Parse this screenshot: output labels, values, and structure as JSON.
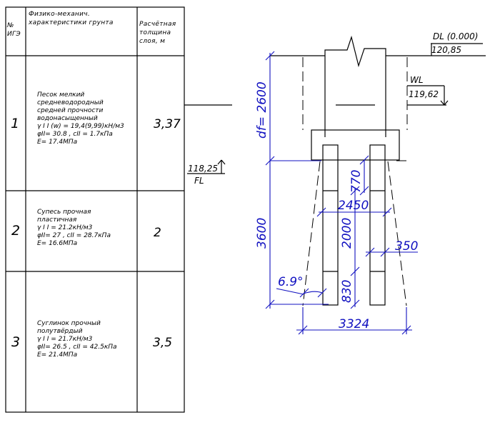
{
  "table": {
    "headers": {
      "num": "№\nИГЭ",
      "props": "Физико-механич.\nхарактеристики грунта",
      "thickness": "Расчётная\nтолщина\nслоя, м"
    },
    "layers": [
      {
        "num": "1",
        "props": "Песок мелкий\nсредневодородный\nсредней прочности\nводонасыщенный\n γ I I (w) = 19,4(9,99)кН/м3\nφII= 30.8 , cII = 1.7кПа\nE= 17.4МПа",
        "thickness": "3,37"
      },
      {
        "num": "2",
        "props": "Супесь прочная\nпластичная\nγ I I = 21.2кН/м3\nφII= 27 , cII = 28.7кПа\nE= 16.6МПа",
        "thickness": "2"
      },
      {
        "num": "3",
        "props": "Суглинок прочный\nполутвёрдый\nγ I I = 21.7кН/м3\nφII= 26.5 , cII = 42.5кПа\nE= 21.4МПа",
        "thickness": "3,5"
      }
    ]
  },
  "levels": {
    "dl_label": "DL (0.000)",
    "dl_value": "120,85",
    "wl_label": "WL",
    "wl_value": "119,62",
    "fl_value": "118,25",
    "fl_label": "FL"
  },
  "dimensions": {
    "df": "df= 2600",
    "d770": "770",
    "d2450": "2450",
    "d3600": "3600",
    "d2000": "2000",
    "d350": "350",
    "angle": "6.9°",
    "d830": "830",
    "d3324": "3324"
  },
  "colors": {
    "dimension": "#1010c0",
    "line": "#000000"
  }
}
